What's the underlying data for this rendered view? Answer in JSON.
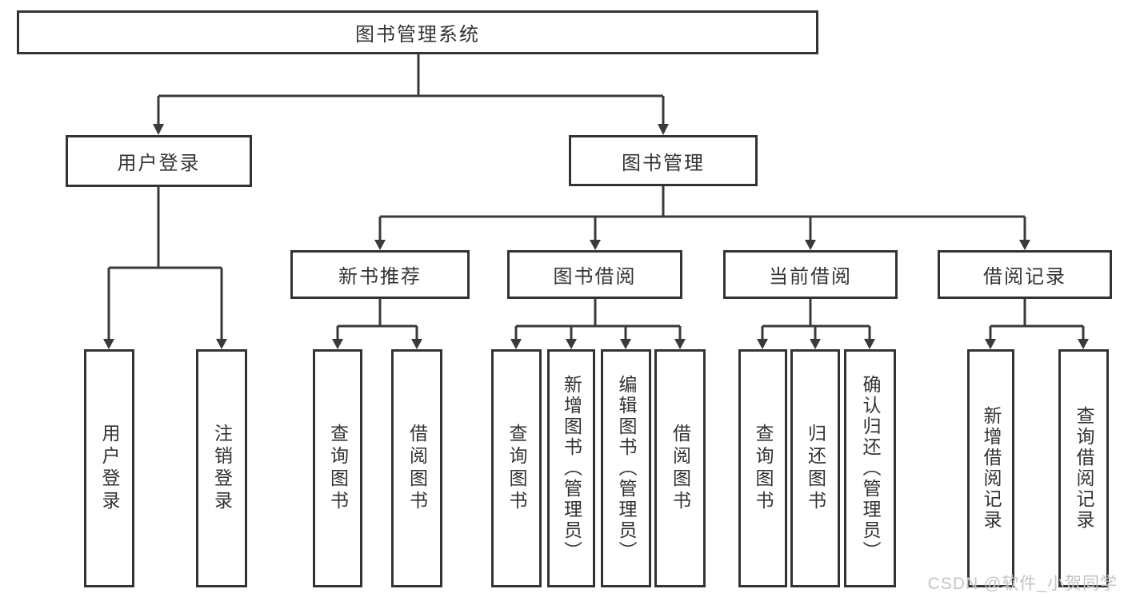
{
  "diagram": {
    "title": "图书管理系统",
    "level2": {
      "user_login": "用户登录",
      "book_mgmt": "图书管理"
    },
    "level3": {
      "new_books": "新书推荐",
      "book_borrow": "图书借阅",
      "current_borrow": "当前借阅",
      "borrow_records": "借阅记录"
    },
    "leaves": {
      "user_login": [
        "用户登录",
        "注销登录"
      ],
      "new_books": [
        "查询图书",
        "借阅图书"
      ],
      "book_borrow": [
        "查询图书",
        "新增图书（管理员）",
        "编辑图书（管理员）",
        "借阅图书"
      ],
      "current_borrow": [
        "查询图书",
        "归还图书",
        "确认归还（管理员）"
      ],
      "borrow_records": [
        "新增借阅记录",
        "查询借阅记录"
      ]
    }
  },
  "watermark": "CSDN @软件_小贺同学",
  "colors": {
    "line": "#3a3a3a",
    "text": "#333333",
    "box_border": "#333333",
    "background": "#ffffff",
    "watermark": "#c4c4c4"
  }
}
